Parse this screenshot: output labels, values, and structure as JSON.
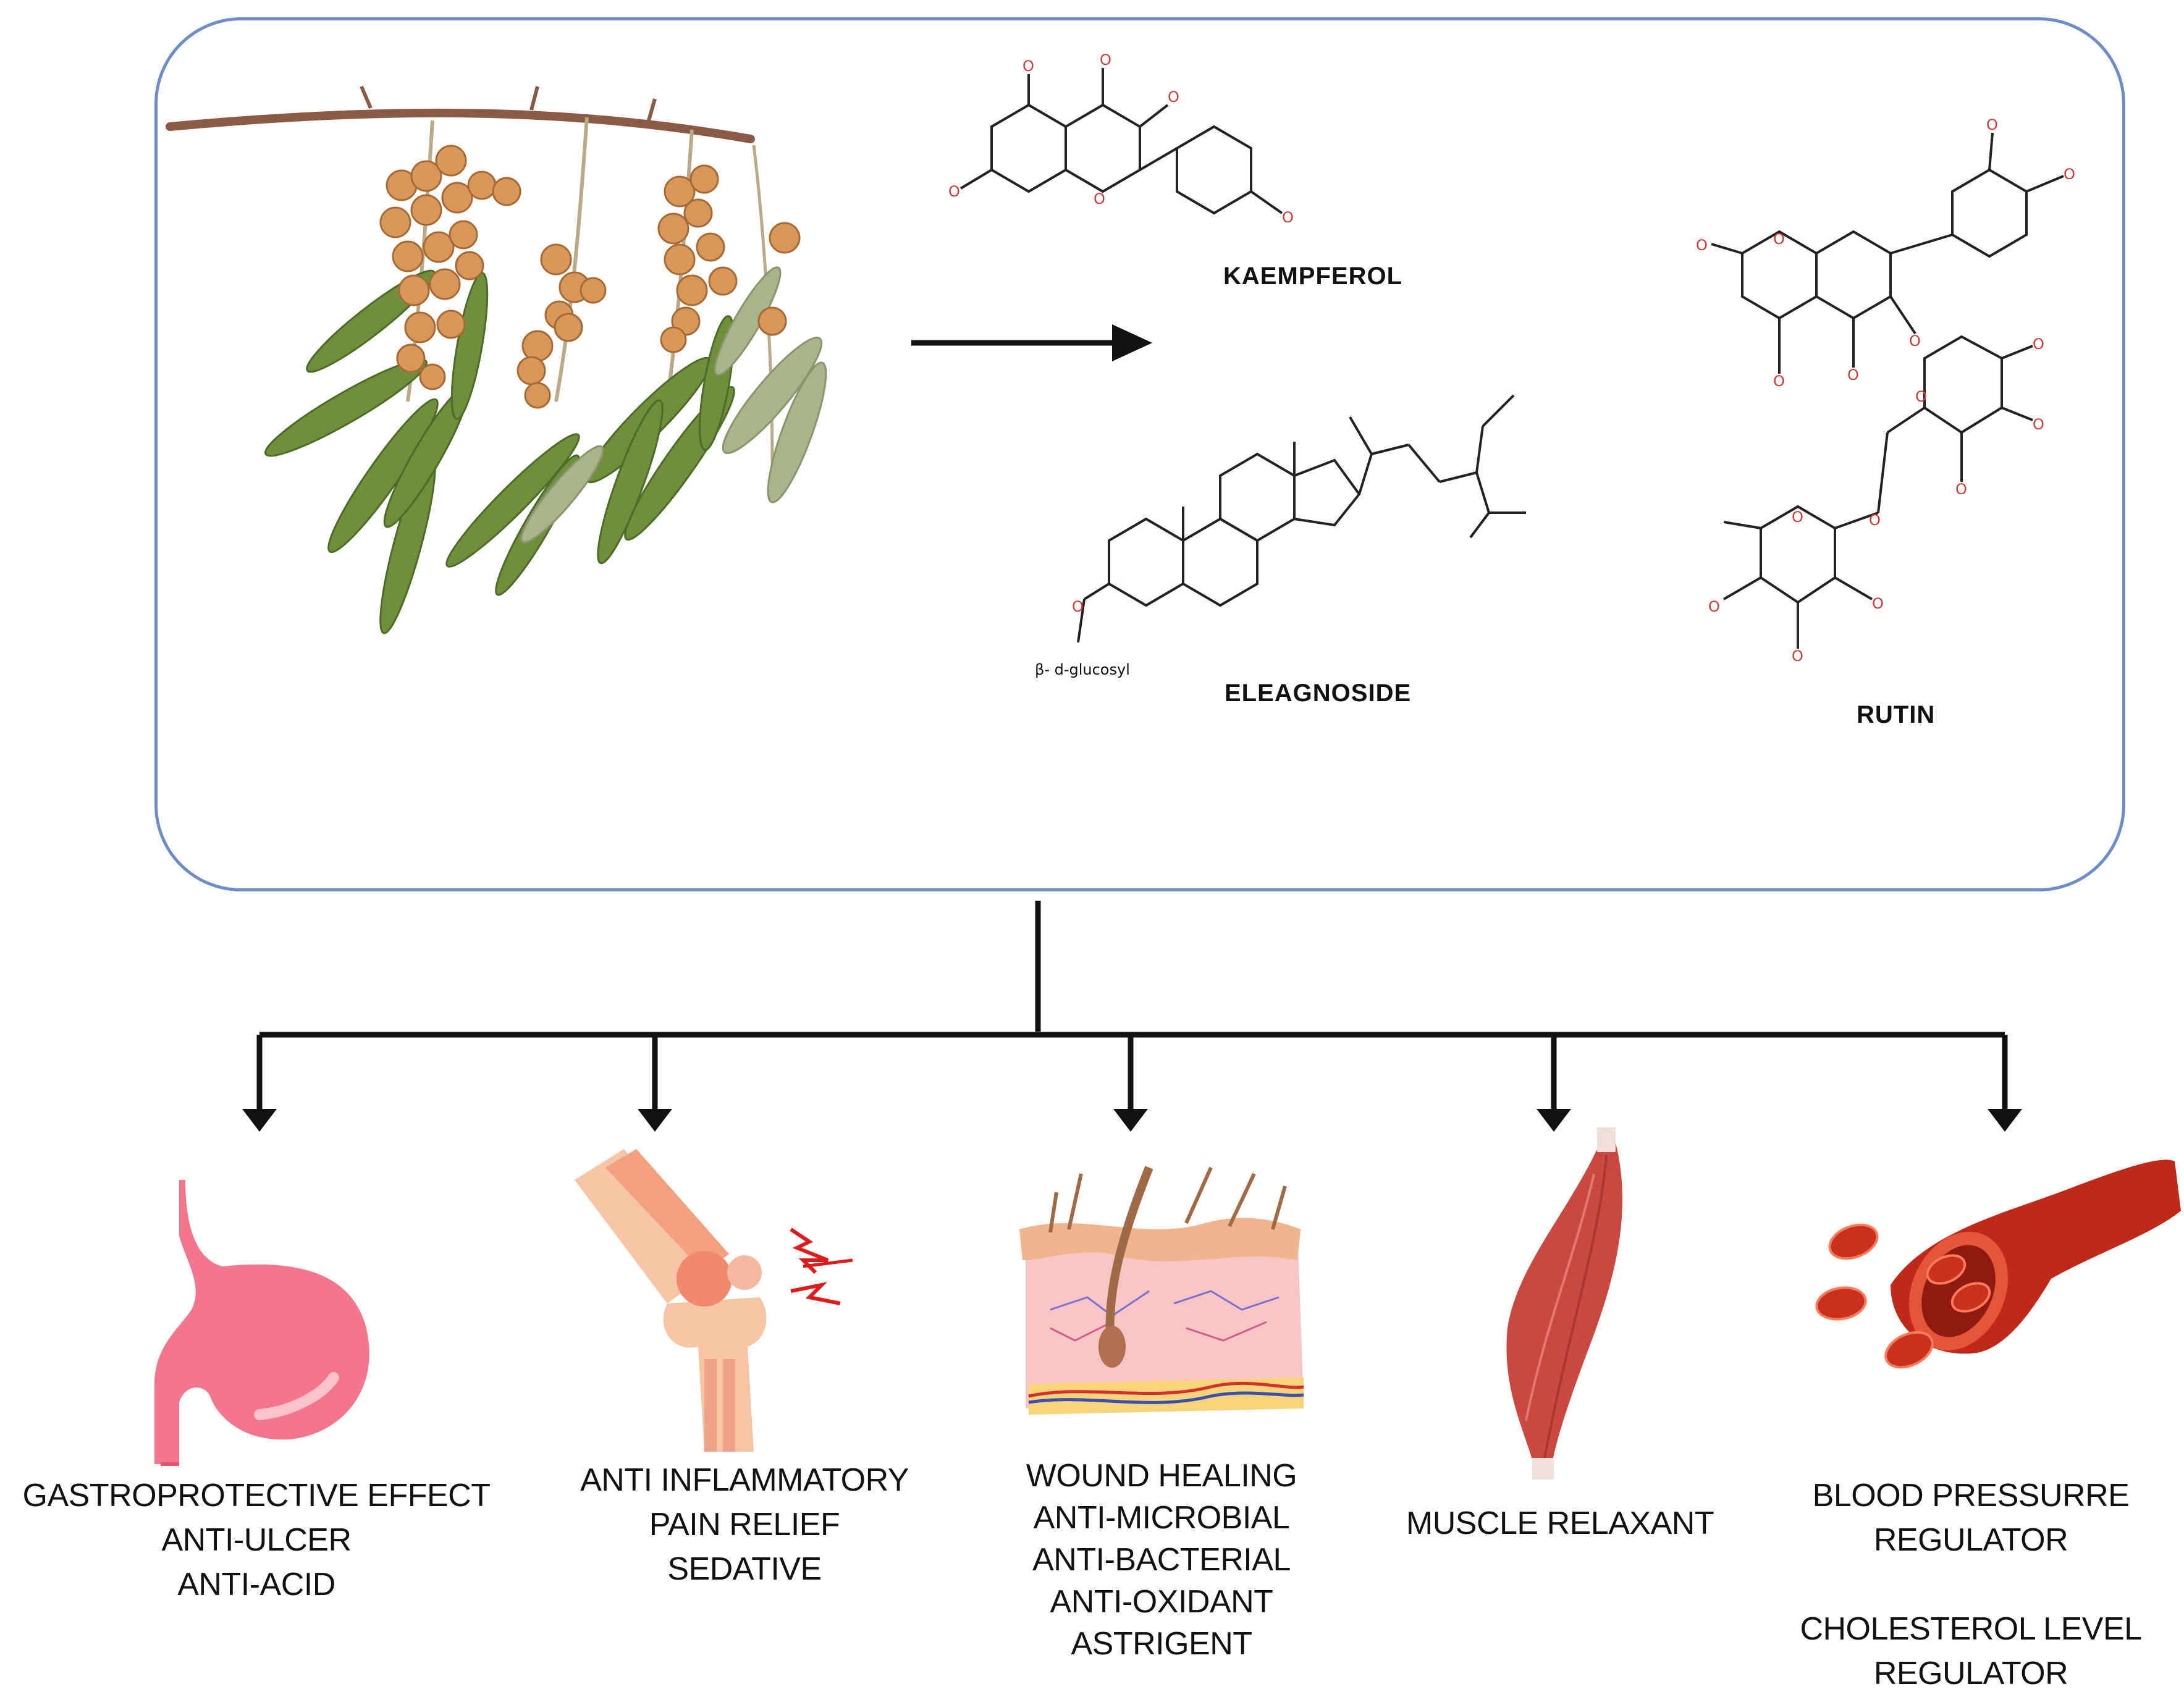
{
  "compounds": {
    "kaempferol": "KAEMPFEROL",
    "eleagnoside": "ELEAGNOSIDE",
    "rutin": "RUTIN",
    "glucosyl_label": "β- d-glucosyl"
  },
  "effects": [
    {
      "icon": "stomach-icon",
      "lines": [
        "GASTROPROTECTIVE EFFECT",
        "ANTI-ULCER",
        "ANTI-ACID"
      ]
    },
    {
      "icon": "knee-joint-icon",
      "lines": [
        "ANTI INFLAMMATORY",
        "PAIN RELIEF",
        "SEDATIVE"
      ]
    },
    {
      "icon": "skin-layers-icon",
      "lines": [
        "WOUND HEALING",
        "ANTI-MICROBIAL",
        "ANTI-BACTERIAL",
        "ANTI-OXIDANT",
        "ASTRIGENT"
      ]
    },
    {
      "icon": "muscle-icon",
      "lines": [
        "MUSCLE RELAXANT"
      ]
    },
    {
      "icon": "blood-vessel-icon",
      "lines": [
        "BLOOD PRESSURRE",
        "REGULATOR",
        "",
        "CHOLESTEROL LEVEL",
        "REGULATOR"
      ]
    }
  ],
  "colors": {
    "panel_border": "#6f8cc8",
    "arrow": "#111111",
    "stomach": "#f3768c",
    "skin": "#f7c4a5",
    "muscle": "#c9483f",
    "blood": "#c0281a",
    "leaf": "#6f8f3a",
    "berry": "#d9985a"
  }
}
